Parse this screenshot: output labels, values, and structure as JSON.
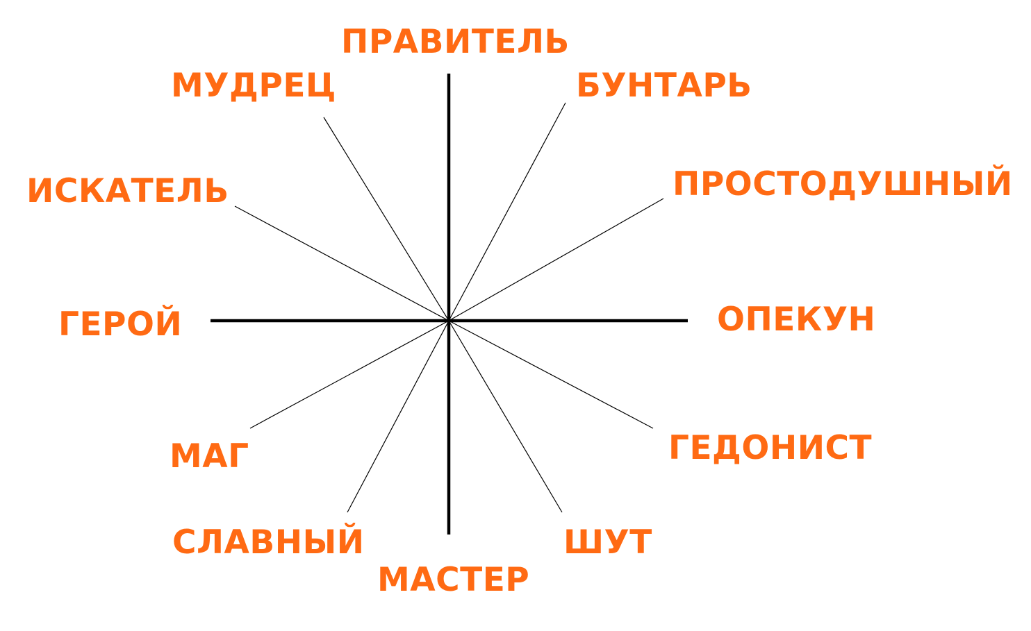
{
  "colors": {
    "label": "#ff6a13",
    "axis": "#000000",
    "spoke": "#000000",
    "background": "#ffffff"
  },
  "labels": {
    "ruler": "ПРАВИТЕЛЬ",
    "rebel": "БУНТАРЬ",
    "sage": "МУДРЕЦ",
    "innocent": "ПРОСТОДУШНЫЙ",
    "explorer": "ИСКАТЕЛЬ",
    "hero": "ГЕРОЙ",
    "caregiver": "ОПЕКУН",
    "magician": "МАГ",
    "hedonist": "ГЕДОНИСТ",
    "everyman": "СЛАВНЫЙ",
    "jester": "ШУТ",
    "creator": "МАСТЕР"
  }
}
